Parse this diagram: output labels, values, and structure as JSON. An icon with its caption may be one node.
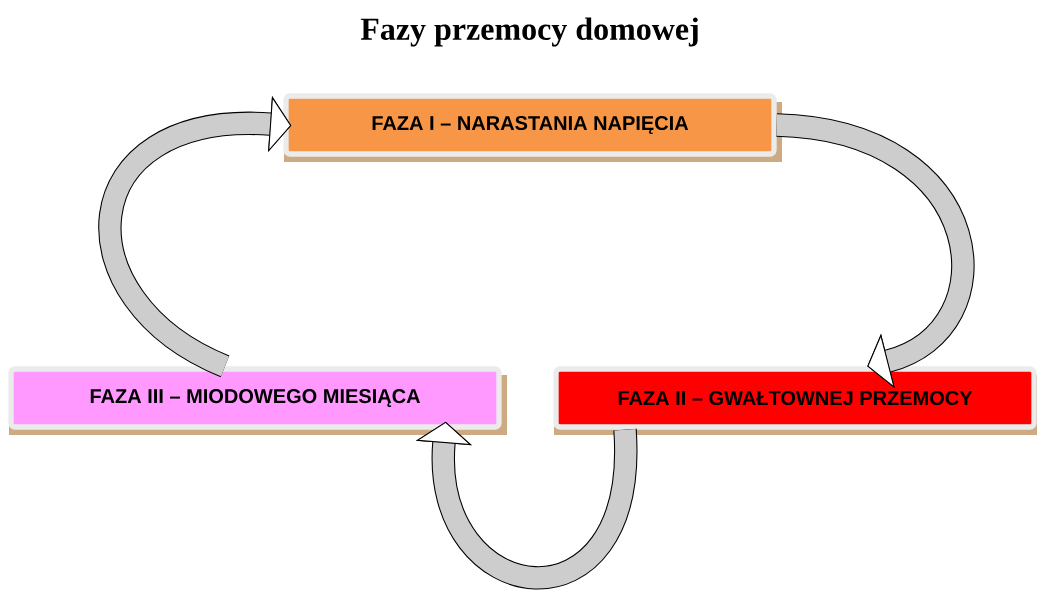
{
  "diagram": {
    "title": "Fazy przemocy domowej",
    "nodes": [
      {
        "text": [
          "FAZA I – NARASTANIA NAPIĘCIA"
        ]
      },
      {
        "text": [
          "FAZA II – GWAŁTOWNEJ PRZEMOCY"
        ]
      },
      {
        "text": [
          "FAZA III – MIODOWEGO MIESIĄCA"
        ]
      }
    ],
    "edges": [
      {
        "from": 0,
        "to": 1,
        "arrow": "to"
      },
      {
        "from": 1,
        "to": 2,
        "arrow": "to"
      },
      {
        "from": 2,
        "to": 0,
        "arrow": "to"
      }
    ]
  }
}
